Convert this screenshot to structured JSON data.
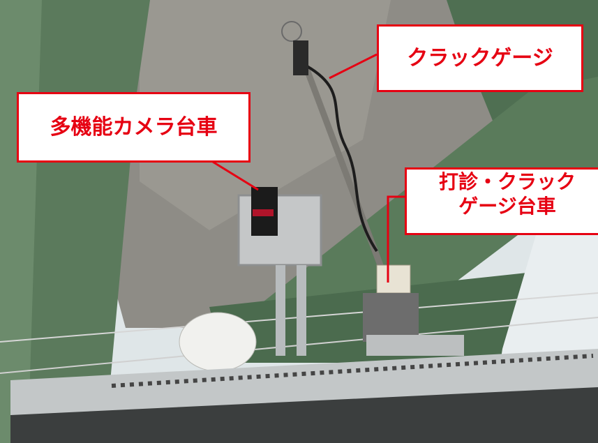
{
  "labels": {
    "crack_gauge": "クラックゲージ",
    "camera_cart": "多機能カメラ台車",
    "hammer_cart_line1": "打診・クラック",
    "hammer_cart_line2": "ゲージ台車"
  },
  "colors": {
    "callout_border": "#e60012",
    "callout_text": "#e60012",
    "girder": "#5a7a5a",
    "deck": "#8b8a85",
    "sky": "#e8eef0",
    "rail": "#bfc3c4"
  }
}
